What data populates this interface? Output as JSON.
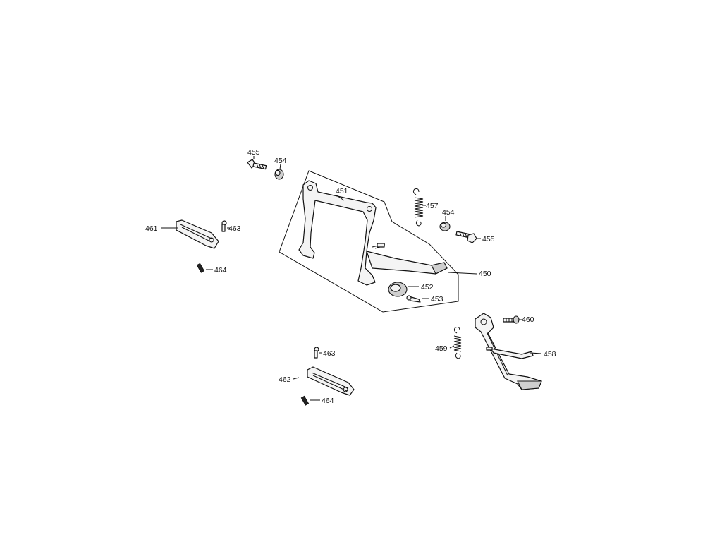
{
  "diagram": {
    "colors": {
      "ink": "#111111",
      "fill": "#f4f4f4",
      "shade": "#cfcfcf"
    },
    "callouts": {
      "c450": "450",
      "c451": "451",
      "c452": "452",
      "c453": "453",
      "c454a": "454",
      "c454b": "454",
      "c455a": "455",
      "c455b": "455",
      "c457": "457",
      "c458": "458",
      "c459": "459",
      "c460": "460",
      "c461": "461",
      "c462": "462",
      "c463a": "463",
      "c463b": "463",
      "c464a": "464",
      "c464b": "464"
    }
  }
}
